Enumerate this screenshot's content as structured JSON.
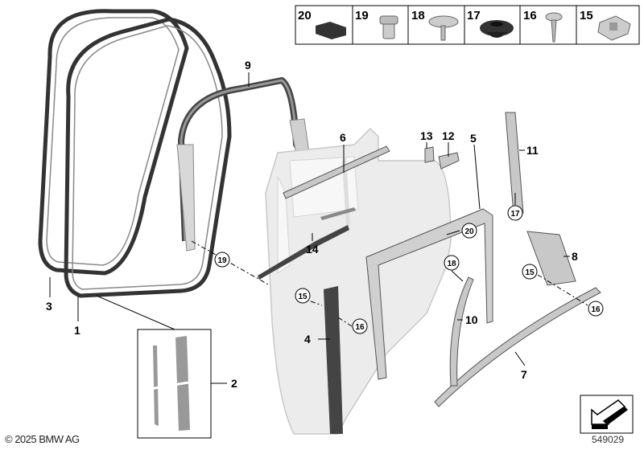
{
  "footer": {
    "copyright": "© 2025 BMW AG",
    "diagram_number": "549029"
  },
  "hardware_strip": [
    "20",
    "19",
    "18",
    "17",
    "16",
    "15"
  ],
  "callouts": {
    "seal_outer": "3",
    "seal_inner": "1",
    "detail_box": "2",
    "frame_seal": "9",
    "channel_upper": "6",
    "clip_13": "13",
    "clip_12": "12",
    "guide_rail": "5",
    "pillar_trim": "11",
    "window_channel": "14",
    "cover_8": "8",
    "strip_10": "10",
    "trim_4": "4",
    "sill_strip": "7"
  },
  "circled_callouts": {
    "c19": "19",
    "c20": "20",
    "c18": "18",
    "c17": "17",
    "c15a": "15",
    "c16a": "16",
    "c15b": "15",
    "c16b": "16"
  }
}
